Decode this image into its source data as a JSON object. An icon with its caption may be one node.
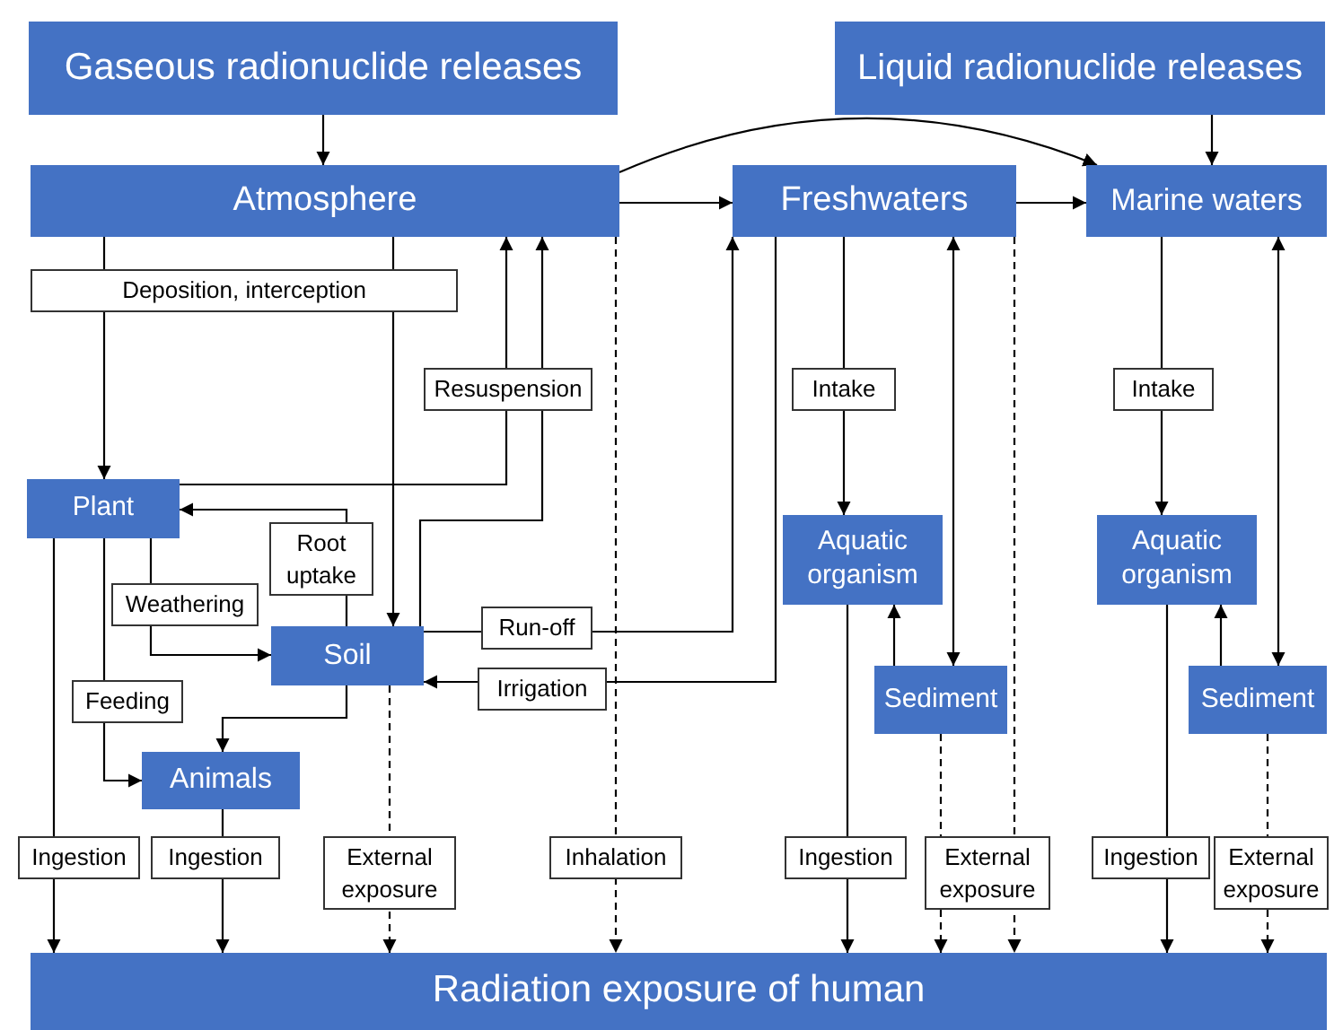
{
  "diagram": {
    "nodes": [
      {
        "text": [
          "Gaseous radionuclide releases"
        ]
      },
      {
        "text": [
          "Liquid radionuclide releases"
        ]
      },
      {
        "text": [
          "Atmosphere"
        ]
      },
      {
        "text": [
          "Freshwaters"
        ]
      },
      {
        "text": [
          "Marine waters"
        ]
      },
      {
        "text": [
          "Plant"
        ]
      },
      {
        "text": [
          "Soil"
        ]
      },
      {
        "text": [
          "Animals"
        ]
      },
      {
        "text": [
          "Aquatic organism"
        ]
      },
      {
        "text": [
          "Sediment"
        ]
      },
      {
        "text": [
          "Aquatic organism"
        ]
      },
      {
        "text": [
          "Sediment"
        ]
      },
      {
        "text": [
          "Radiation exposure of human"
        ]
      }
    ],
    "edges": [
      {
        "from": 0,
        "to": 2,
        "arrow": "to"
      },
      {
        "from": 1,
        "to": 4,
        "arrow": "to"
      },
      {
        "from": 2,
        "to": 3,
        "arrow": "to"
      },
      {
        "from": 2,
        "to": 4,
        "arrow": "to"
      },
      {
        "from": 3,
        "to": 4,
        "arrow": "to"
      },
      {
        "from": 2,
        "to": 5,
        "arrow": "to",
        "label": "Deposition, interception"
      },
      {
        "from": 5,
        "to": 2,
        "arrow": "to",
        "label": "Resuspension"
      },
      {
        "from": 6,
        "to": 2,
        "arrow": "to"
      },
      {
        "from": 6,
        "to": 5,
        "arrow": "to",
        "label": "Root uptake"
      },
      {
        "from": 2,
        "to": 6,
        "arrow": "to"
      },
      {
        "from": 5,
        "to": 6,
        "arrow": "to",
        "label": "Weathering"
      },
      {
        "from": 5,
        "to": 7,
        "arrow": "to",
        "label": "Feeding"
      },
      {
        "from": 6,
        "to": 7,
        "arrow": "to"
      },
      {
        "from": 6,
        "to": 3,
        "arrow": "to",
        "label": "Run-off"
      },
      {
        "from": 3,
        "to": 6,
        "arrow": "to",
        "label": "Irrigation"
      },
      {
        "from": 3,
        "to": 8,
        "arrow": "to",
        "label": "Intake"
      },
      {
        "from": 9,
        "to": 8,
        "arrow": "to"
      },
      {
        "from": 3,
        "to": 9,
        "arrow": "both"
      },
      {
        "from": 3,
        "to": 12,
        "arrow": "to",
        "style": "dashed"
      },
      {
        "from": 4,
        "to": 10,
        "arrow": "to",
        "label": "Intake"
      },
      {
        "from": 11,
        "to": 10,
        "arrow": "to"
      },
      {
        "from": 4,
        "to": 11,
        "arrow": "both"
      },
      {
        "from": 5,
        "to": 12,
        "arrow": "to",
        "label": "Ingestion"
      },
      {
        "from": 7,
        "to": 12,
        "arrow": "to",
        "label": "Ingestion"
      },
      {
        "from": 6,
        "to": 12,
        "arrow": "to",
        "style": "dashed",
        "label": "External exposure"
      },
      {
        "from": 2,
        "to": 12,
        "arrow": "to",
        "style": "dashed",
        "label": "Inhalation"
      },
      {
        "from": 8,
        "to": 12,
        "arrow": "to",
        "label": "Ingestion"
      },
      {
        "from": 9,
        "to": 12,
        "arrow": "to",
        "style": "dashed",
        "label": "External exposure"
      },
      {
        "from": 10,
        "to": 12,
        "arrow": "to",
        "label": "Ingestion"
      },
      {
        "from": 11,
        "to": 12,
        "arrow": "to",
        "style": "dashed",
        "label": "External exposure"
      }
    ]
  }
}
